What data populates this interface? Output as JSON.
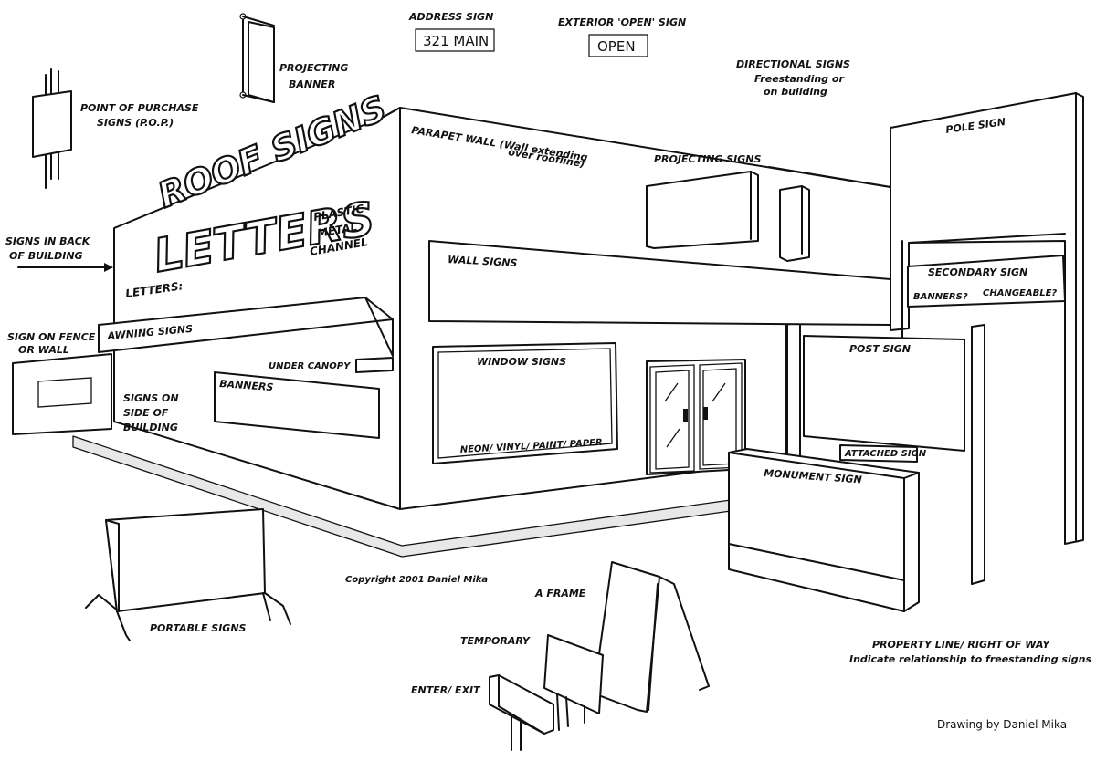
{
  "labels": {
    "address_sign": "ADDRESS SIGN",
    "address_value": "321 MAIN",
    "open_sign_title": "EXTERIOR 'OPEN' SIGN",
    "open_value": "OPEN",
    "directional_title": "DIRECTIONAL SIGNS",
    "directional_sub1": "Freestanding or",
    "directional_sub2": "on building",
    "projecting_banner_1": "PROJECTING",
    "projecting_banner_2": "BANNER",
    "pop_1": "POINT OF PURCHASE",
    "pop_2": "SIGNS (P.O.P.)",
    "roof_signs": "ROOF SIGNS",
    "letters_big": "LETTERS",
    "plastic": "PLASTIC",
    "metal": "METAL",
    "channel": "CHANNEL",
    "letters_small": "LETTERS:",
    "back_1": "SIGNS IN BACK",
    "back_2": "OF BUILDING",
    "parapet_1": "PARAPET WALL (Wall extending",
    "parapet_2": "over roofline)",
    "projecting_signs": "PROJECTING SIGNS",
    "pole_sign": "POLE SIGN",
    "wall_signs": "WALL SIGNS",
    "secondary_sign": "SECONDARY SIGN",
    "banners_q": "BANNERS?",
    "changeable_q": "CHANGEABLE?",
    "fence_1": "SIGN ON FENCE",
    "fence_2": "OR WALL",
    "awning_signs": "AWNING SIGNS",
    "under_canopy": "UNDER CANOPY",
    "banners": "BANNERS",
    "side_1": "SIGNS ON",
    "side_2": "SIDE OF",
    "side_3": "BUILDING",
    "window_signs": "WINDOW SIGNS",
    "window_media": "NEON/ VINYL/ PAINT/ PAPER",
    "post_sign": "POST SIGN",
    "attached_sign": "ATTACHED SIGN",
    "monument_sign": "MONUMENT SIGN",
    "copyright": "Copyright 2001 Daniel Mika",
    "a_frame": "A FRAME",
    "portable_signs": "PORTABLE SIGNS",
    "temporary": "TEMPORARY",
    "enter_exit": "ENTER/ EXIT",
    "property_1": "PROPERTY LINE/ RIGHT OF WAY",
    "property_2": "Indicate relationship to freestanding signs",
    "credit": "Drawing by Daniel Mika"
  }
}
